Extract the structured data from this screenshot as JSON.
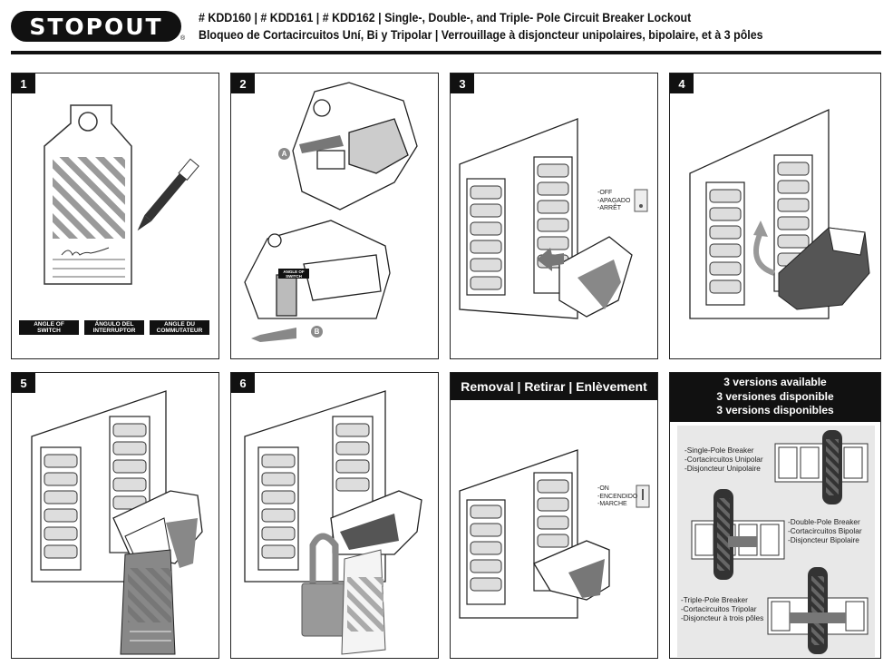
{
  "header": {
    "brand": "STOPOUT",
    "reg_mark": "®",
    "title_line1": "# KDD160 | # KDD161 | # KDD162 | Single-, Double-, and Triple- Pole Circuit Breaker Lockout",
    "title_line2": "Bloqueo de Cortacircuitos  Uní, Bi  y Tripolar | Verrouillage à disjoncteur unipolaires, bipolaire, et à 3 pôles"
  },
  "steps": [
    "1",
    "2",
    "3",
    "4",
    "5",
    "6"
  ],
  "step1": {
    "angle_labels": [
      [
        "ANGLE OF",
        "SWITCH"
      ],
      [
        "ÁNGULO DEL",
        "INTERRUPTOR"
      ],
      [
        "ANGLE DU",
        "COMMUTATEUR"
      ]
    ]
  },
  "step2": {
    "marker_a": "A",
    "marker_b": "B",
    "device_label": [
      "ANGLE OF",
      "SWITCH"
    ]
  },
  "step3": {
    "switch_state_lines": [
      "-OFF",
      "-APAGADO",
      "-ARRÊT"
    ]
  },
  "removal": {
    "heading": "Removal | Retirar | Enlèvement",
    "switch_state_lines": [
      "-ON",
      "-ENCENDIDO",
      "-MARCHE"
    ]
  },
  "versions": {
    "heading_lines": [
      "3 versions available",
      "3 versiones disponible",
      "3 versions disponibles"
    ],
    "single": [
      "-Single-Pole Breaker",
      "-Cortacircuitos Unipolar",
      "-Disjoncteur Unipolaire"
    ],
    "double": [
      "-Double-Pole Breaker",
      "-Cortacircuitos Bipolar",
      "-Disjoncteur Bipolaire"
    ],
    "triple": [
      "-Triple-Pole Breaker",
      "-Cortacircuitos Tripolar",
      "-Disjoncteur à trois pôles"
    ]
  }
}
